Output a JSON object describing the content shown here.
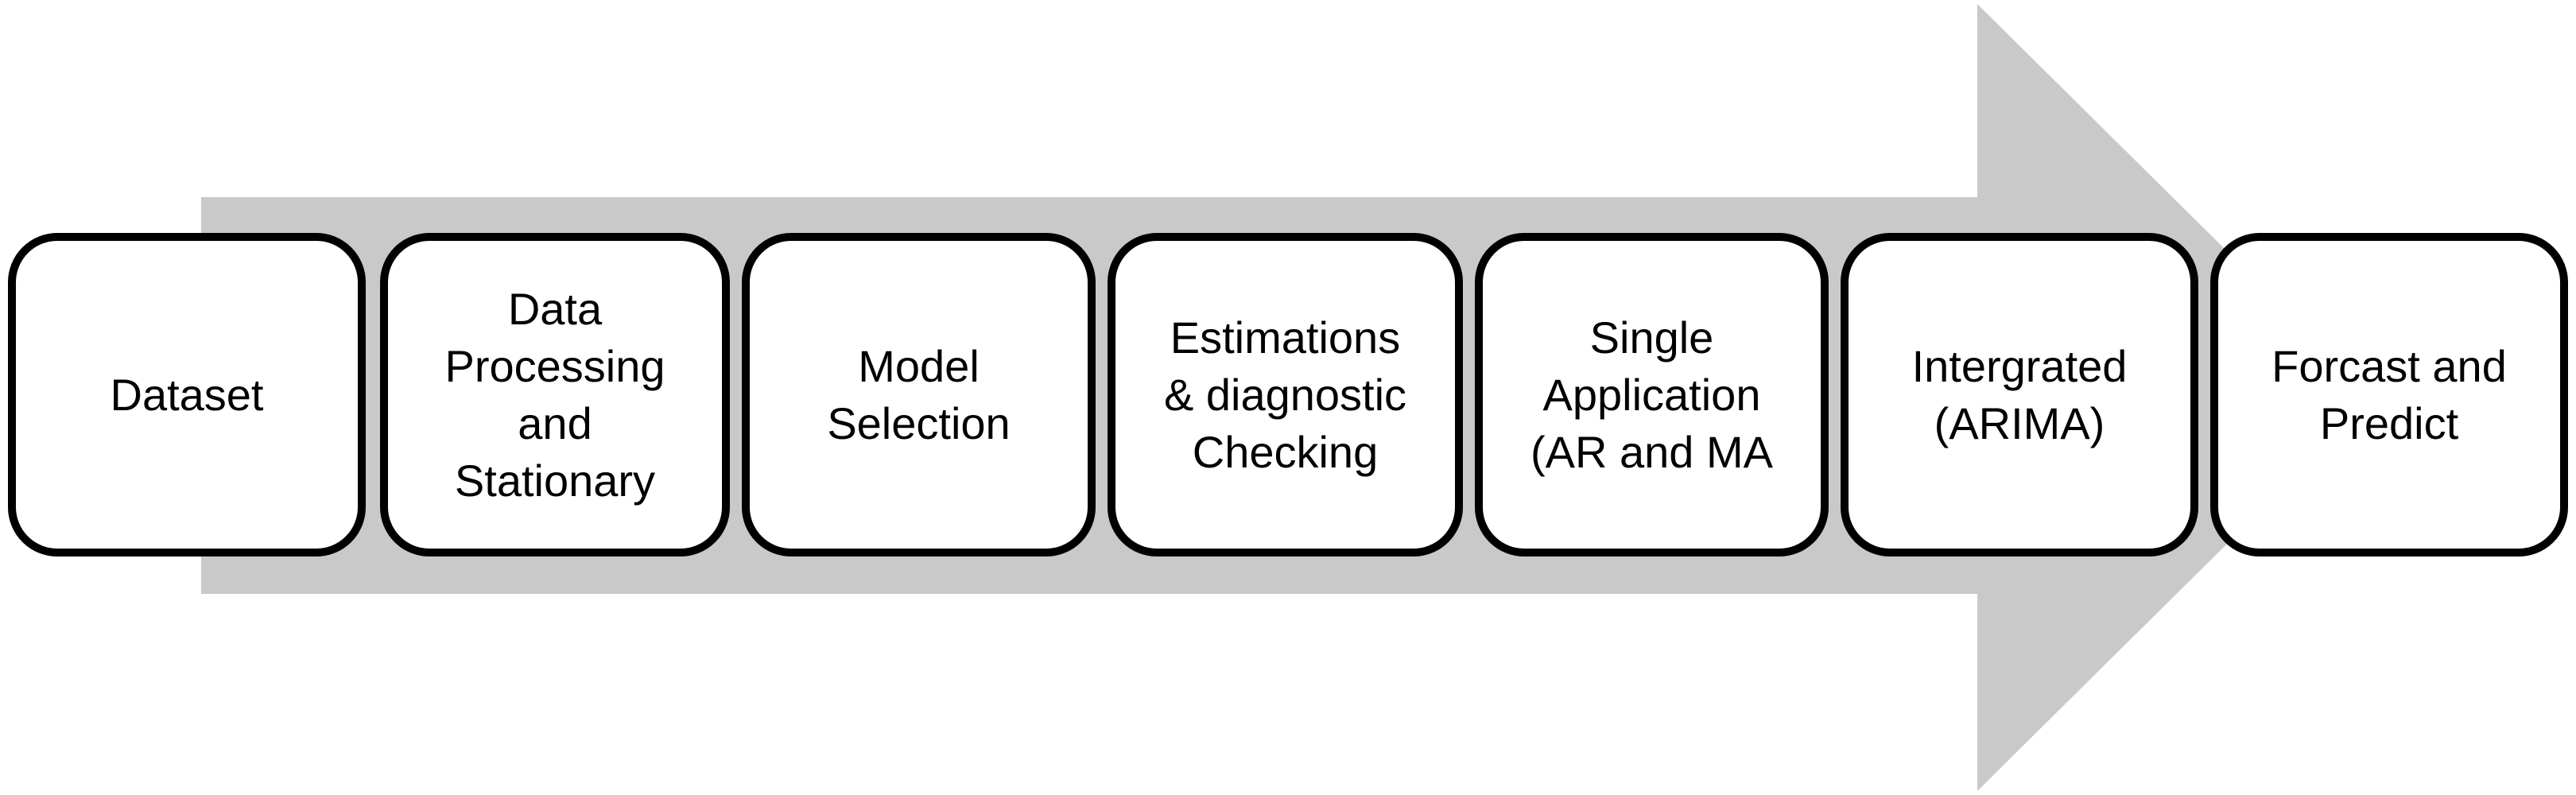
{
  "diagram": {
    "type": "process-flow-arrow",
    "direction": "right",
    "colors": {
      "arrow_fill": "#c9c9c9",
      "box_fill": "#ffffff",
      "box_border": "#000000",
      "text": "#000000",
      "background": "#ffffff"
    },
    "steps": [
      {
        "id": 1,
        "label": "Dataset",
        "lines": [
          "Dataset"
        ]
      },
      {
        "id": 2,
        "label": "Data Processing and Stationary",
        "lines": [
          "Data",
          "Processing",
          "and",
          "Stationary"
        ]
      },
      {
        "id": 3,
        "label": "Model Selection",
        "lines": [
          "Model",
          "Selection"
        ]
      },
      {
        "id": 4,
        "label": "Estimations & diagnostic Checking",
        "lines": [
          "Estimations",
          "& diagnostic",
          "Checking"
        ]
      },
      {
        "id": 5,
        "label": "Single Application (AR and MA",
        "lines": [
          "Single",
          "Application",
          "(AR and MA"
        ]
      },
      {
        "id": 6,
        "label": "Intergrated (ARIMA)",
        "lines": [
          "Intergrated",
          "(ARIMA)"
        ]
      },
      {
        "id": 7,
        "label": "Forcast and Predict",
        "lines": [
          "Forcast and",
          "Predict"
        ]
      }
    ]
  }
}
